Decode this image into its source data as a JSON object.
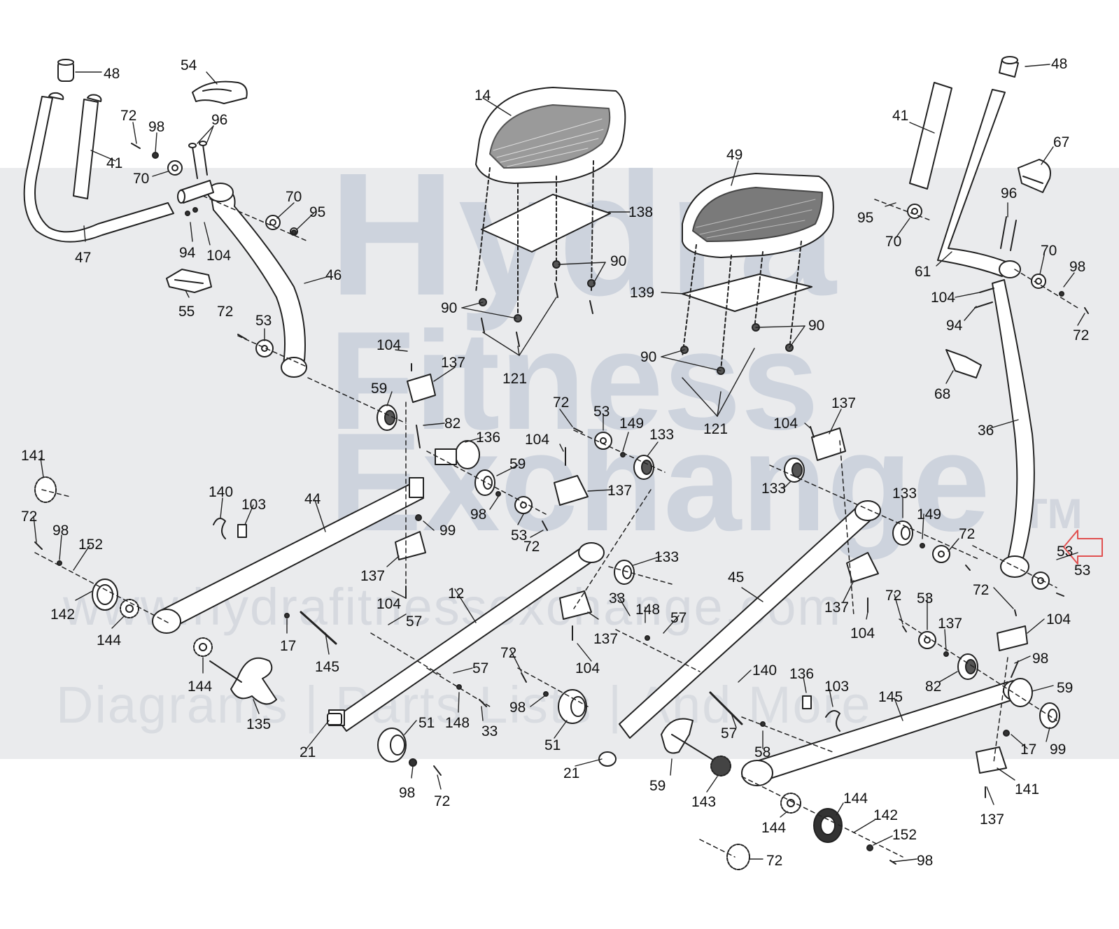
{
  "watermark": {
    "line1": "Hydra",
    "line2": "Fitness",
    "line3": "Exchange",
    "tm": "TM",
    "url": "www.hydrafitnessexchange.com",
    "tagline": "Diagrams | Parts Lists | And More"
  },
  "colors": {
    "line": "#222222",
    "part_fill": "#ffffff",
    "grip": "#555555",
    "highlight_arrow": "#e05050"
  },
  "labels": [
    {
      "id": "l48a",
      "text": "48"
    },
    {
      "id": "l54",
      "text": "54"
    },
    {
      "id": "l72a",
      "text": "72"
    },
    {
      "id": "l98a",
      "text": "98"
    },
    {
      "id": "l96a",
      "text": "96"
    },
    {
      "id": "l41a",
      "text": "41"
    },
    {
      "id": "l70a",
      "text": "70"
    },
    {
      "id": "l70b",
      "text": "70"
    },
    {
      "id": "l95a",
      "text": "95"
    },
    {
      "id": "l94a",
      "text": "94"
    },
    {
      "id": "l104a",
      "text": "104"
    },
    {
      "id": "l47",
      "text": "47"
    },
    {
      "id": "l46",
      "text": "46"
    },
    {
      "id": "l55",
      "text": "55"
    },
    {
      "id": "l72b",
      "text": "72"
    },
    {
      "id": "l53a",
      "text": "53"
    },
    {
      "id": "l14",
      "text": "14"
    },
    {
      "id": "l138",
      "text": "138"
    },
    {
      "id": "l90a",
      "text": "90"
    },
    {
      "id": "l90b",
      "text": "90"
    },
    {
      "id": "l121a",
      "text": "121"
    },
    {
      "id": "l49",
      "text": "49"
    },
    {
      "id": "l139",
      "text": "139"
    },
    {
      "id": "l90c",
      "text": "90"
    },
    {
      "id": "l90d",
      "text": "90"
    },
    {
      "id": "l121b",
      "text": "121"
    },
    {
      "id": "l48b",
      "text": "48"
    },
    {
      "id": "l41b",
      "text": "41"
    },
    {
      "id": "l67",
      "text": "67"
    },
    {
      "id": "l96b",
      "text": "96"
    },
    {
      "id": "l95b",
      "text": "95"
    },
    {
      "id": "l70c",
      "text": "70"
    },
    {
      "id": "l70d",
      "text": "70"
    },
    {
      "id": "l61",
      "text": "61"
    },
    {
      "id": "l98b",
      "text": "98"
    },
    {
      "id": "l104b",
      "text": "104"
    },
    {
      "id": "l94b",
      "text": "94"
    },
    {
      "id": "l72c",
      "text": "72"
    },
    {
      "id": "l68",
      "text": "68"
    },
    {
      "id": "l36",
      "text": "36"
    },
    {
      "id": "l104c",
      "text": "104"
    },
    {
      "id": "l137a",
      "text": "137"
    },
    {
      "id": "l59a",
      "text": "59"
    },
    {
      "id": "l82a",
      "text": "82"
    },
    {
      "id": "l136a",
      "text": "136"
    },
    {
      "id": "l59b",
      "text": "59"
    },
    {
      "id": "l104d",
      "text": "104"
    },
    {
      "id": "l72d",
      "text": "72"
    },
    {
      "id": "l53b",
      "text": "53"
    },
    {
      "id": "l149a",
      "text": "149"
    },
    {
      "id": "l133a",
      "text": "133"
    },
    {
      "id": "l137b",
      "text": "137"
    },
    {
      "id": "l98c",
      "text": "98"
    },
    {
      "id": "l53c",
      "text": "53"
    },
    {
      "id": "l72e",
      "text": "72"
    },
    {
      "id": "l99a",
      "text": "99"
    },
    {
      "id": "l137c",
      "text": "137"
    },
    {
      "id": "l104e",
      "text": "104"
    },
    {
      "id": "l141a",
      "text": "141"
    },
    {
      "id": "l140a",
      "text": "140"
    },
    {
      "id": "l103a",
      "text": "103"
    },
    {
      "id": "l44",
      "text": "44"
    },
    {
      "id": "l72f",
      "text": "72"
    },
    {
      "id": "l98d",
      "text": "98"
    },
    {
      "id": "l152a",
      "text": "152"
    },
    {
      "id": "l142a",
      "text": "142"
    },
    {
      "id": "l144a",
      "text": "144"
    },
    {
      "id": "l17a",
      "text": "17"
    },
    {
      "id": "l145a",
      "text": "145"
    },
    {
      "id": "l144b",
      "text": "144"
    },
    {
      "id": "l135",
      "text": "135"
    },
    {
      "id": "l12",
      "text": "12"
    },
    {
      "id": "l57a",
      "text": "57"
    },
    {
      "id": "l57b",
      "text": "57"
    },
    {
      "id": "l148a",
      "text": "148"
    },
    {
      "id": "l33a",
      "text": "33"
    },
    {
      "id": "l21a",
      "text": "21"
    },
    {
      "id": "l51a",
      "text": "51"
    },
    {
      "id": "l98e",
      "text": "98"
    },
    {
      "id": "l72g",
      "text": "72"
    },
    {
      "id": "l72h",
      "text": "72"
    },
    {
      "id": "l98f",
      "text": "98"
    },
    {
      "id": "l51b",
      "text": "51"
    },
    {
      "id": "l21b",
      "text": "21"
    },
    {
      "id": "l133b",
      "text": "133"
    },
    {
      "id": "l137d",
      "text": "137"
    },
    {
      "id": "l104f",
      "text": "104"
    },
    {
      "id": "l33b",
      "text": "33"
    },
    {
      "id": "l148b",
      "text": "148"
    },
    {
      "id": "l57c",
      "text": "57"
    },
    {
      "id": "l104g",
      "text": "104"
    },
    {
      "id": "l137e",
      "text": "137"
    },
    {
      "id": "l133c",
      "text": "133"
    },
    {
      "id": "l45",
      "text": "45"
    },
    {
      "id": "l133d",
      "text": "133"
    },
    {
      "id": "l149b",
      "text": "149"
    },
    {
      "id": "l72i",
      "text": "72"
    },
    {
      "id": "l53d",
      "text": "53"
    },
    {
      "id": "l137f",
      "text": "137"
    },
    {
      "id": "l104h",
      "text": "104"
    },
    {
      "id": "l72j",
      "text": "72"
    },
    {
      "id": "l53e",
      "text": "53"
    },
    {
      "id": "l53f",
      "text": "53"
    },
    {
      "id": "l72k",
      "text": "72"
    },
    {
      "id": "l104i",
      "text": "104"
    },
    {
      "id": "l137g",
      "text": "137"
    },
    {
      "id": "l98g",
      "text": "98"
    },
    {
      "id": "l82b",
      "text": "82"
    },
    {
      "id": "l59c",
      "text": "59"
    },
    {
      "id": "l136b",
      "text": "136"
    },
    {
      "id": "l103b",
      "text": "103"
    },
    {
      "id": "l140b",
      "text": "140"
    },
    {
      "id": "l57d",
      "text": "57"
    },
    {
      "id": "l145b",
      "text": "145"
    },
    {
      "id": "l58",
      "text": "58"
    },
    {
      "id": "l17b",
      "text": "17"
    },
    {
      "id": "l99b",
      "text": "99"
    },
    {
      "id": "l59d",
      "text": "59"
    },
    {
      "id": "l143",
      "text": "143"
    },
    {
      "id": "l144c",
      "text": "144"
    },
    {
      "id": "l144d",
      "text": "144"
    },
    {
      "id": "l142b",
      "text": "142"
    },
    {
      "id": "l152b",
      "text": "152"
    },
    {
      "id": "l98h",
      "text": "98"
    },
    {
      "id": "l72l",
      "text": "72"
    },
    {
      "id": "l141b",
      "text": "141"
    },
    {
      "id": "l137h",
      "text": "137"
    },
    {
      "id": "l104j",
      "text": "104"
    }
  ]
}
